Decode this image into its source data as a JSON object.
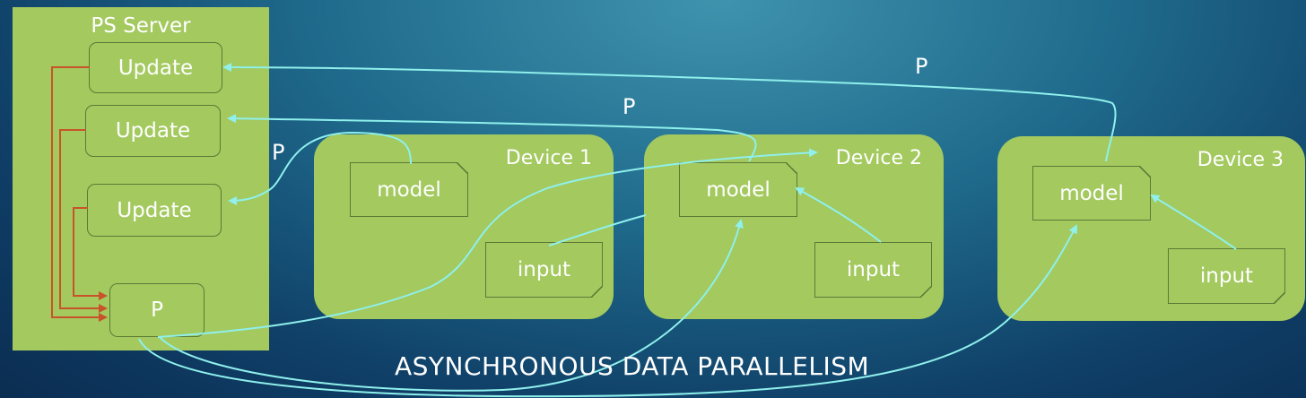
{
  "server": {
    "title": "PS Server",
    "updates": [
      "Update",
      "Update",
      "Update"
    ],
    "param": "P"
  },
  "devices": [
    {
      "title": "Device 1",
      "model": "model",
      "input": "input"
    },
    {
      "title": "Device 2",
      "model": "model",
      "input": "input"
    },
    {
      "title": "Device 3",
      "model": "model",
      "input": "input"
    }
  ],
  "param_labels": [
    "P",
    "P",
    "P"
  ],
  "caption": "ASYNCHRONOUS DATA PARALLELISM",
  "colors": {
    "box_green": "#a3c95f",
    "arrow_cyan": "#8ff0ec",
    "arrow_red": "#c8532b"
  }
}
